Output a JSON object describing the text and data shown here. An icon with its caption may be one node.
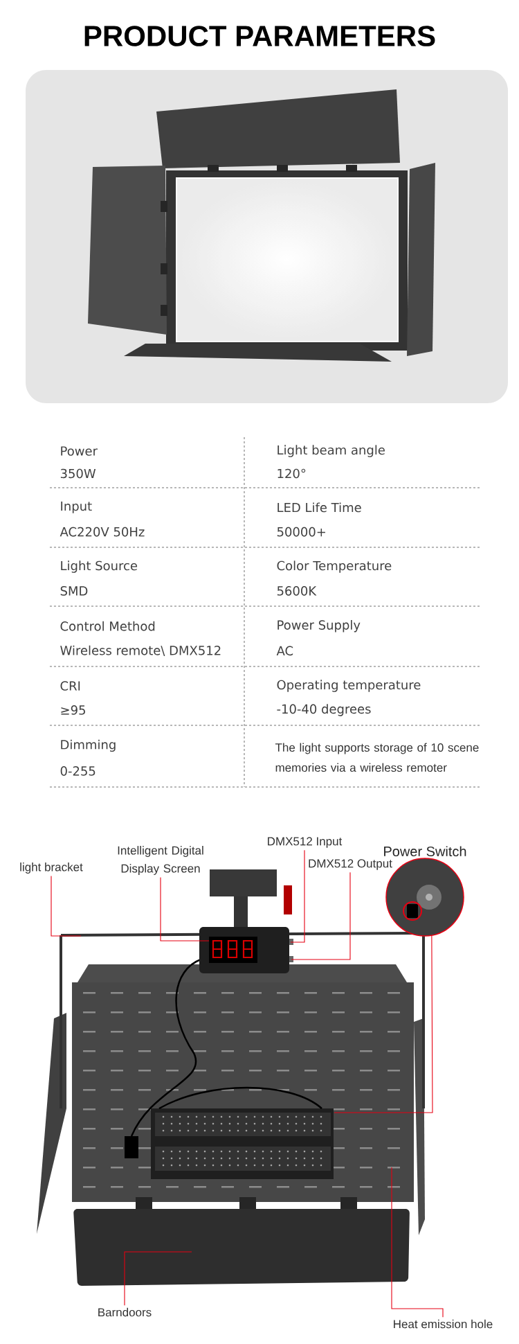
{
  "diagram": {
    "title": "PRODUCT PARAMETERS",
    "nodes": [
      {
        "text": [
          "light bracket"
        ]
      },
      {
        "text": [
          "Intelligent Digital Display Screen"
        ]
      },
      {
        "text": [
          "DMX512 Input"
        ]
      },
      {
        "text": [
          "DMX512 Output"
        ]
      },
      {
        "text": [
          "Power Switch"
        ]
      },
      {
        "text": [
          "Barndoors"
        ]
      },
      {
        "text": [
          "Heat emission hole"
        ]
      }
    ],
    "edges": [
      {
        "from": 0,
        "to": null,
        "arrow": "none"
      },
      {
        "from": 1,
        "to": null,
        "arrow": "none"
      },
      {
        "from": 2,
        "to": null,
        "arrow": "none"
      },
      {
        "from": 3,
        "to": null,
        "arrow": "none"
      },
      {
        "from": 4,
        "to": null,
        "arrow": "none"
      },
      {
        "from": 5,
        "to": null,
        "arrow": "none"
      },
      {
        "from": 6,
        "to": null,
        "arrow": "none"
      }
    ],
    "labels": [
      "Power",
      "350W",
      "Light beam angle",
      "120°",
      "Input",
      "AC220V 50Hz",
      "LED Life Time",
      "50000+",
      "Light Source",
      "SMD",
      "Color Temperature",
      "5600K",
      "Control Method",
      "Wireless remote\\ DMX512",
      "Power Supply",
      "AC",
      "CRI",
      "≥95",
      "Operating temperature",
      "-10-40 degrees",
      "Dimming",
      "0-255",
      "The light supports storage of 10 scene memories via a wireless remoter"
    ]
  }
}
